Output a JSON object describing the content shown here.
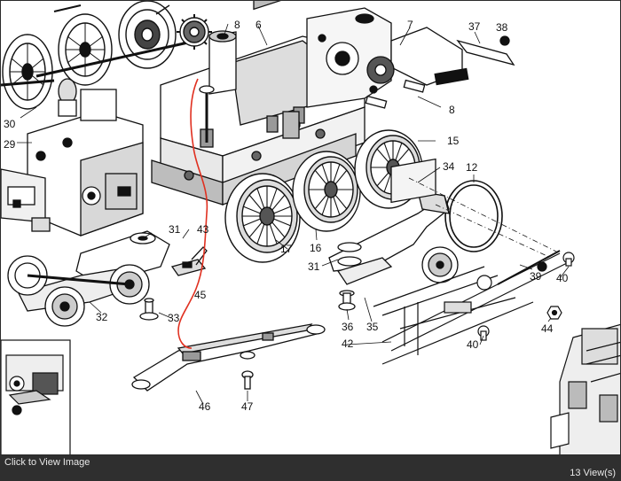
{
  "viewer": {
    "click_label": "Click to View Image",
    "views_count": "13",
    "views_suffix": " View(s)"
  },
  "diagram": {
    "part_numbers": [
      "8",
      "6",
      "7",
      "37",
      "38",
      "8",
      "30",
      "29",
      "15",
      "34",
      "12",
      "31",
      "43",
      "16",
      "31",
      "17",
      "45",
      "39",
      "40",
      "32",
      "33",
      "36",
      "35",
      "44",
      "42",
      "40",
      "46",
      "47"
    ],
    "annotation_color": "#e03020"
  }
}
